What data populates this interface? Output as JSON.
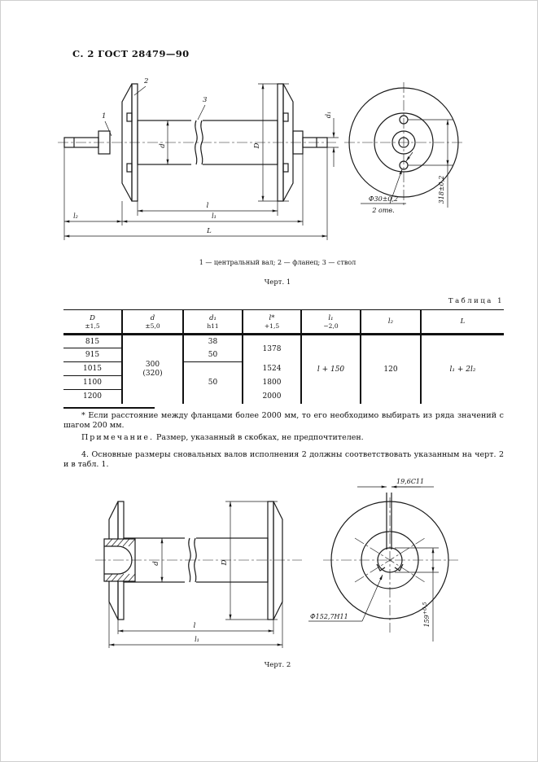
{
  "page": {
    "header": "С. 2 ГОСТ 28479—90"
  },
  "fig1": {
    "labels": {
      "part1": "1",
      "part2": "2",
      "part3": "3",
      "d": "d",
      "D": "D",
      "d1": "d₁",
      "l": "l",
      "l1": "l₁",
      "l2": "l₂",
      "L": "L"
    },
    "front": {
      "hole_dia": "Ф30±0,2",
      "hole_count": "2 отв.",
      "pitch": "318±0,2"
    },
    "legend": "1 — центральный вал; 2 — фланец; 3 — ствол",
    "caption": "Черт. 1"
  },
  "table": {
    "title": "Таблица 1",
    "columns": [
      {
        "main": "D",
        "sub": "±1,5"
      },
      {
        "main": "d",
        "sub": "±5,0"
      },
      {
        "main": "d₁",
        "sub": "h11"
      },
      {
        "main": "l*",
        "sub": "+1,5"
      },
      {
        "main": "l₁",
        "sub": "−2,0"
      },
      {
        "main": "l₂",
        "sub": ""
      },
      {
        "main": "L",
        "sub": ""
      }
    ],
    "D_values": [
      "815",
      "915",
      "1015",
      "1100",
      "1200"
    ],
    "d_value": "300\n(320)",
    "d1_row1": "38",
    "d1_row2": "50",
    "d1_merged": "50",
    "l_row1": "1378",
    "l_row3": "1524",
    "l_row4": "1800",
    "l_row5": "2000",
    "l1_value": "l + 150",
    "l2_value": "120",
    "L_value": "l₁ + 2l₂"
  },
  "notes": {
    "footnote": "* Если расстояние между фланцами более 2000 мм, то его необходимо выбирать из ряда значений с шагом 200 мм.",
    "note_label": "Примечание.",
    "note_text": " Размер, указанный в скобках, не предпочтителен.",
    "para4": "4. Основные размеры сновальных валов исполнения 2 должны соответствовать указанным на черт. 2 и в табл. 1."
  },
  "fig2": {
    "labels": {
      "d": "d",
      "D": "D",
      "l": "l",
      "l1": "l₁"
    },
    "front": {
      "slot": "19,6С11",
      "bore": "Ф152,7Н11",
      "height_main": "159",
      "height_sup": "+0,5"
    },
    "caption": "Черт. 2"
  }
}
